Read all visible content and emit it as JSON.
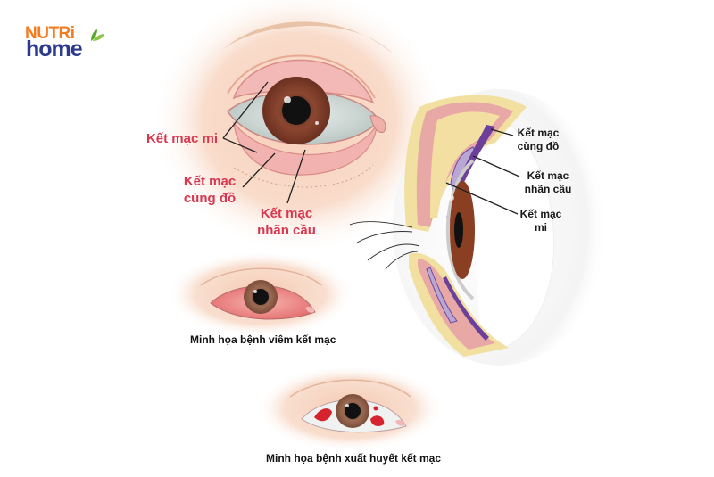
{
  "logo": {
    "brand_top": "NUTRi",
    "brand_bottom": "home",
    "colors": {
      "top": "#f47b20",
      "bottom": "#2b3a8c",
      "leaf": "#5aa832"
    }
  },
  "front_eye_diagram": {
    "labels": [
      {
        "id": "palpebral",
        "lines": [
          "Kết mạc mi"
        ]
      },
      {
        "id": "fornix",
        "lines": [
          "Kết mạc",
          "cùng đồ"
        ]
      },
      {
        "id": "bulbar",
        "lines": [
          "Kết mạc",
          "nhãn cầu"
        ]
      }
    ],
    "label_color": "#d9364f"
  },
  "side_section_diagram": {
    "labels": [
      {
        "id": "fornix",
        "lines": [
          "Kết mạc",
          "cùng đồ"
        ]
      },
      {
        "id": "bulbar",
        "lines": [
          "Kết mạc",
          "nhãn cầu"
        ]
      },
      {
        "id": "palpebral",
        "lines": [
          "Kết mạc",
          "mi"
        ]
      }
    ],
    "label_color": "#1a1a1a"
  },
  "illustrations": [
    {
      "id": "conjunctivitis",
      "caption": "Minh họa bệnh viêm kết mạc"
    },
    {
      "id": "subconjunctival-hemorrhage",
      "caption": "Minh họa bệnh xuất huyết kết mạc"
    }
  ]
}
